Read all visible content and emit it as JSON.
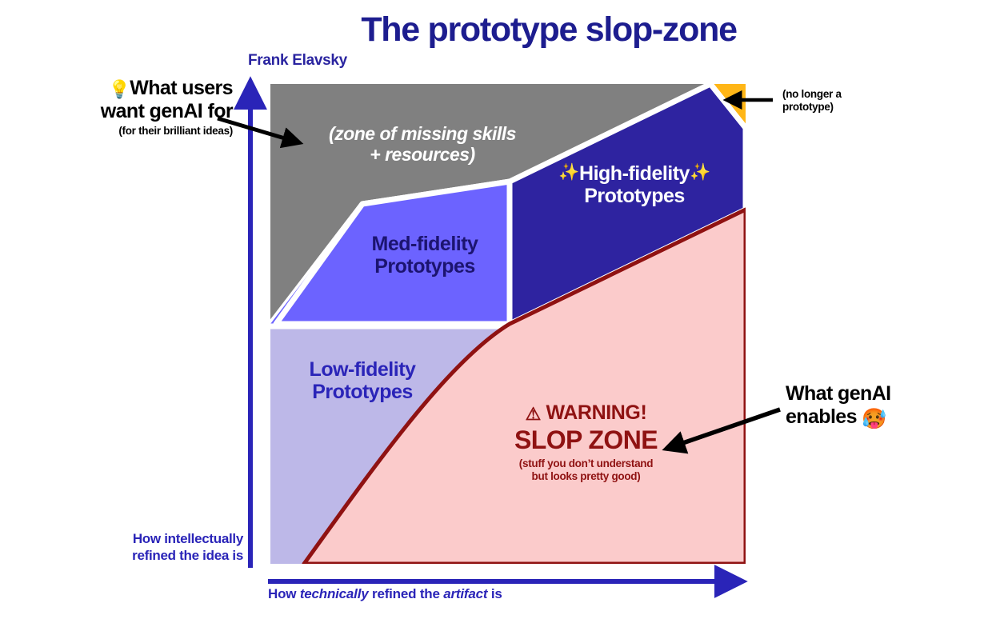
{
  "header": {
    "title": "The prototype slop-zone",
    "subtitle": "Frank Elavsky"
  },
  "annotations": {
    "users_want": {
      "icon": "lightbulb-icon",
      "line1": "What users",
      "line2": "want genAI for",
      "sub": "(for their brilliant ideas)"
    },
    "no_longer_prototype": {
      "line1": "(no longer a",
      "line2": "prototype)"
    },
    "genai_enables": {
      "line1": "What genAI",
      "line2": "enables",
      "icon": "melting-face-icon"
    }
  },
  "regions": [
    {
      "id": "missing-skills",
      "line1": "(zone of missing skills",
      "line2": "+ resources)",
      "fill": "#808080",
      "text_color": "#ffffff"
    },
    {
      "id": "high-fidelity",
      "line1": "High-fidelity",
      "line2": "Prototypes",
      "sparkle": "✨",
      "fill": "#2e23a0",
      "text_color": "#ffffff"
    },
    {
      "id": "med-fidelity",
      "line1": "Med-fidelity",
      "line2": "Prototypes",
      "fill": "#6c63ff",
      "text_color": "#1c1470"
    },
    {
      "id": "low-fidelity",
      "line1": "Low-fidelity",
      "line2": "Prototypes",
      "fill": "#bdb8e8",
      "text_color": "#2a24b8"
    },
    {
      "id": "slop-zone",
      "fill": "#fbcbcb",
      "stroke": "#8f1212",
      "text_color": "#8f1212"
    },
    {
      "id": "no-longer-prototype-corner",
      "fill": "#ffb617"
    }
  ],
  "warning": {
    "icon": "warning-triangle-icon",
    "warning_label": "WARNING!",
    "slop_label": "SLOP ZONE",
    "sub_line1": "(stuff you don’t understand",
    "sub_line2": "but looks pretty good)"
  },
  "axes": {
    "y_line1": "How intellectually",
    "y_line2": "refined the idea is",
    "x_pre": "How ",
    "x_em1": "technically",
    "x_mid": " refined the ",
    "x_em2": "artifact",
    "x_post": " is",
    "axis_color": "#2a24b8"
  },
  "chart_data": {
    "type": "diagram",
    "title": "The prototype slop-zone",
    "subtitle": "Frank Elavsky",
    "xlabel": "How technically refined the artifact is",
    "ylabel": "How intellectually refined the idea is",
    "grid": false,
    "legend": "none",
    "regions": [
      {
        "name": "(zone of missing skills + resources)",
        "color": "#808080"
      },
      {
        "name": "Med-fidelity Prototypes",
        "color": "#6c63ff"
      },
      {
        "name": "High-fidelity Prototypes",
        "color": "#2e23a0"
      },
      {
        "name": "Low-fidelity Prototypes",
        "color": "#bdb8e8"
      },
      {
        "name": "SLOP ZONE",
        "color": "#fbcbcb"
      },
      {
        "name": "(no longer a prototype)",
        "color": "#ffb617"
      }
    ]
  }
}
